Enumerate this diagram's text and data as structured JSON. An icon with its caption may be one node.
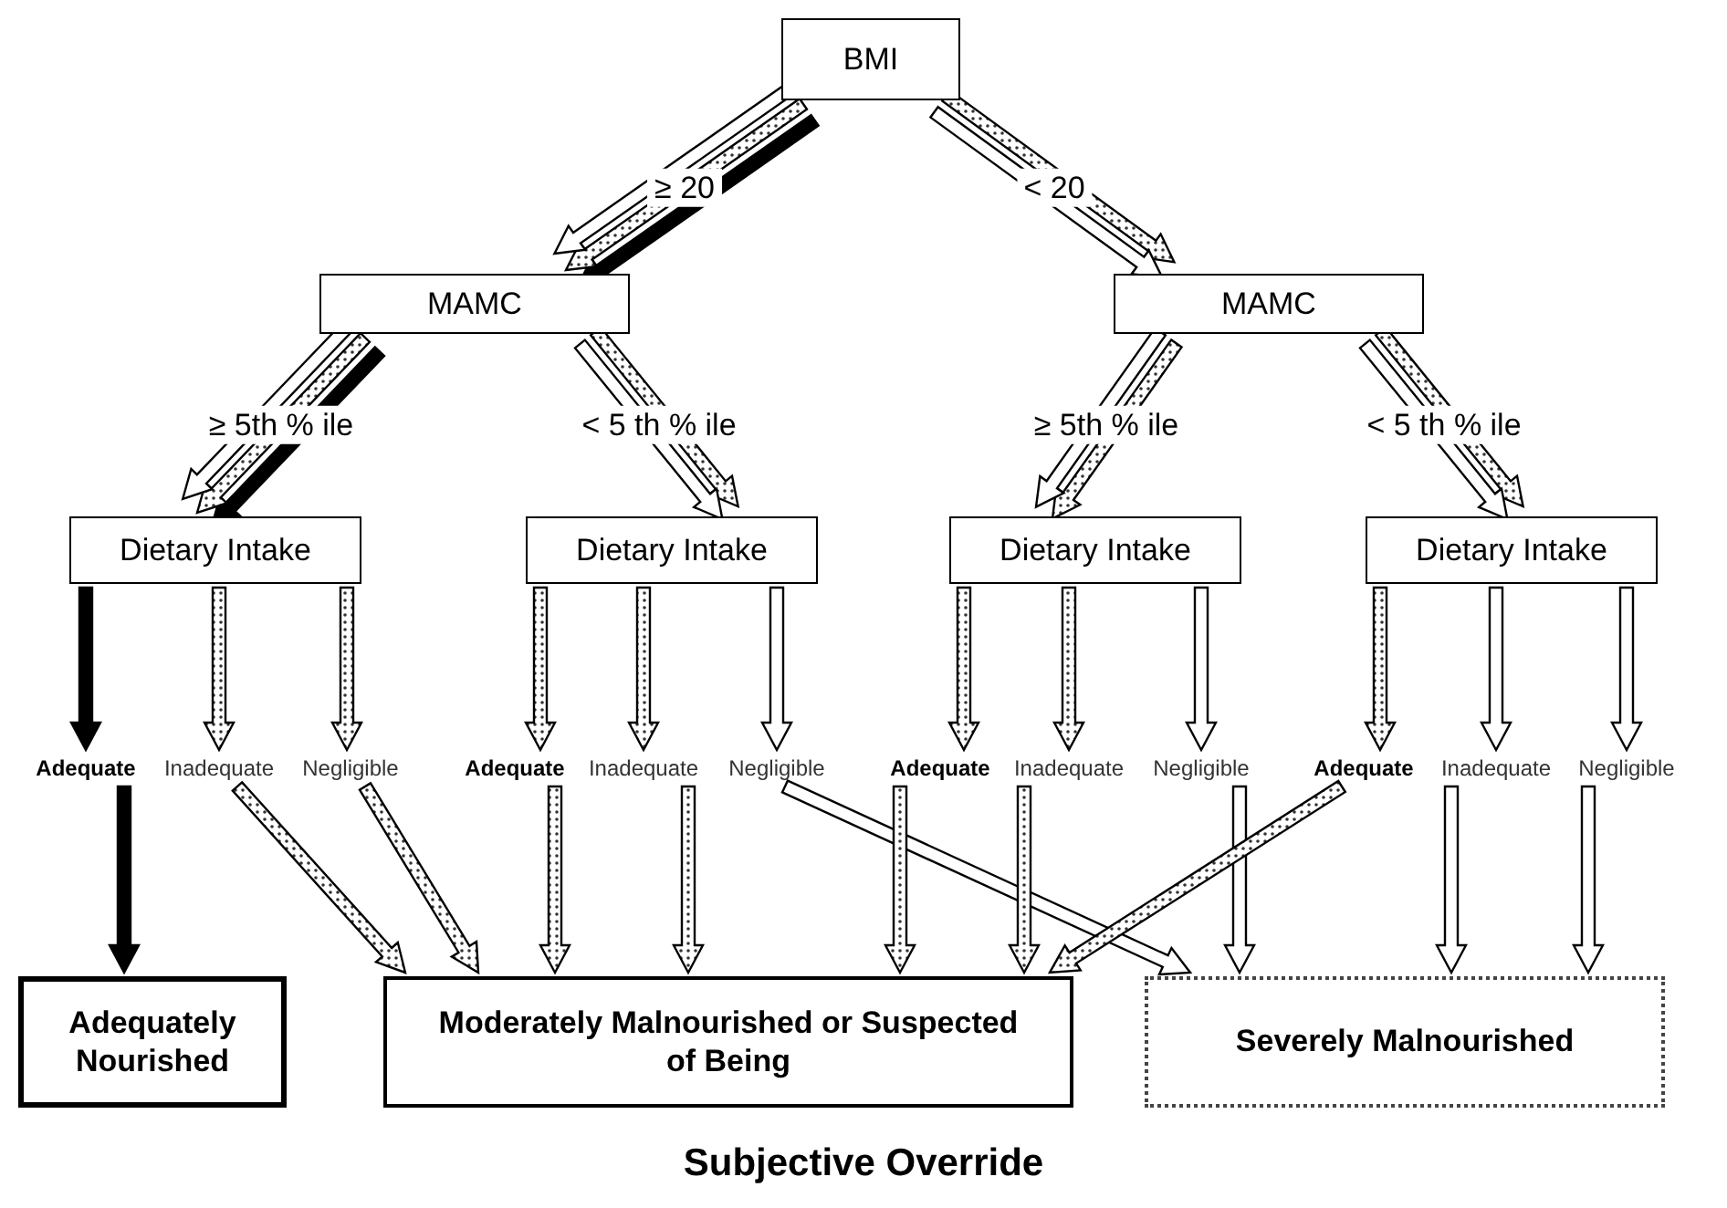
{
  "diagram": {
    "nodes": [
      {
        "text": [
          "BMI"
        ]
      },
      {
        "text": [
          "MAMC"
        ]
      },
      {
        "text": [
          "MAMC"
        ]
      },
      {
        "text": [
          "Dietary Intake"
        ]
      },
      {
        "text": [
          "Dietary Intake"
        ]
      },
      {
        "text": [
          "Dietary Intake"
        ]
      },
      {
        "text": [
          "Dietary Intake"
        ]
      },
      {
        "text": [
          "Adequate"
        ]
      },
      {
        "text": [
          "Inadequate"
        ]
      },
      {
        "text": [
          "Negligible"
        ]
      },
      {
        "text": [
          "Adequate"
        ]
      },
      {
        "text": [
          "Inadequate"
        ]
      },
      {
        "text": [
          "Negligible"
        ]
      },
      {
        "text": [
          "Adequate"
        ]
      },
      {
        "text": [
          "Inadequate"
        ]
      },
      {
        "text": [
          "Negligible"
        ]
      },
      {
        "text": [
          "Adequate"
        ]
      },
      {
        "text": [
          "Inadequate"
        ]
      },
      {
        "text": [
          "Negligible"
        ]
      },
      {
        "text": [
          "Adequately Nourished"
        ]
      },
      {
        "text": [
          "Moderately Malnourished or Suspected of Being"
        ]
      },
      {
        "text": [
          "Severely Malnourished"
        ]
      }
    ],
    "edges": [
      {
        "from": 0,
        "to": 1,
        "arrow": "to",
        "label": "≥ 20",
        "color": "#000000"
      },
      {
        "from": 0,
        "to": 1,
        "arrow": "to"
      },
      {
        "from": 0,
        "to": 1,
        "arrow": "to",
        "color": "#ffffff"
      },
      {
        "from": 0,
        "to": 2,
        "arrow": "to",
        "label": "< 20"
      },
      {
        "from": 0,
        "to": 2,
        "arrow": "to",
        "color": "#ffffff"
      },
      {
        "from": 1,
        "to": 3,
        "arrow": "to",
        "label": "≥ 5th % ile",
        "color": "#000000"
      },
      {
        "from": 1,
        "to": 3,
        "arrow": "to"
      },
      {
        "from": 1,
        "to": 3,
        "arrow": "to",
        "color": "#ffffff"
      },
      {
        "from": 1,
        "to": 4,
        "arrow": "to",
        "label": "< 5 th % ile"
      },
      {
        "from": 1,
        "to": 4,
        "arrow": "to",
        "color": "#ffffff"
      },
      {
        "from": 2,
        "to": 5,
        "arrow": "to",
        "label": "≥ 5th % ile"
      },
      {
        "from": 2,
        "to": 5,
        "arrow": "to",
        "color": "#ffffff"
      },
      {
        "from": 2,
        "to": 6,
        "arrow": "to",
        "label": "< 5 th % ile"
      },
      {
        "from": 2,
        "to": 6,
        "arrow": "to",
        "color": "#ffffff"
      },
      {
        "from": 3,
        "to": 7,
        "arrow": "to",
        "color": "#000000"
      },
      {
        "from": 3,
        "to": 8,
        "arrow": "to"
      },
      {
        "from": 3,
        "to": 9,
        "arrow": "to"
      },
      {
        "from": 4,
        "to": 10,
        "arrow": "to"
      },
      {
        "from": 4,
        "to": 11,
        "arrow": "to"
      },
      {
        "from": 4,
        "to": 12,
        "arrow": "to",
        "color": "#ffffff"
      },
      {
        "from": 5,
        "to": 13,
        "arrow": "to"
      },
      {
        "from": 5,
        "to": 14,
        "arrow": "to"
      },
      {
        "from": 5,
        "to": 15,
        "arrow": "to",
        "color": "#ffffff"
      },
      {
        "from": 6,
        "to": 16,
        "arrow": "to"
      },
      {
        "from": 6,
        "to": 17,
        "arrow": "to",
        "color": "#ffffff"
      },
      {
        "from": 6,
        "to": 18,
        "arrow": "to",
        "color": "#ffffff"
      },
      {
        "from": 7,
        "to": 19,
        "arrow": "to",
        "color": "#000000"
      },
      {
        "from": 8,
        "to": 20,
        "arrow": "to"
      },
      {
        "from": 9,
        "to": 20,
        "arrow": "to"
      },
      {
        "from": 10,
        "to": 20,
        "arrow": "to"
      },
      {
        "from": 11,
        "to": 20,
        "arrow": "to"
      },
      {
        "from": 12,
        "to": 21,
        "arrow": "to",
        "color": "#ffffff"
      },
      {
        "from": 13,
        "to": 20,
        "arrow": "to"
      },
      {
        "from": 14,
        "to": 20,
        "arrow": "to"
      },
      {
        "from": 15,
        "to": 21,
        "arrow": "to",
        "color": "#ffffff"
      },
      {
        "from": 16,
        "to": 20,
        "arrow": "to"
      },
      {
        "from": 17,
        "to": 21,
        "arrow": "to",
        "color": "#ffffff"
      },
      {
        "from": 18,
        "to": 21,
        "arrow": "to",
        "color": "#ffffff"
      }
    ],
    "labels": [
      "Subjective Override"
    ]
  }
}
